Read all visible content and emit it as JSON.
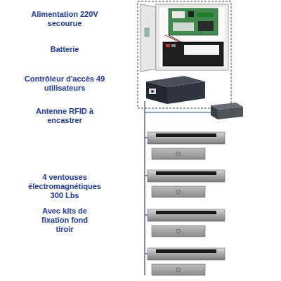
{
  "diagram": {
    "labels": [
      "Alimentation 220V secourue",
      "Batterie",
      "Contrôleur d'accès 49 utilisateurs",
      "Antenne RFID à encastrer",
      "4 ventouses électromagnétiques 300 Lbs",
      "Avec kits de fixation fond tiroir"
    ]
  }
}
